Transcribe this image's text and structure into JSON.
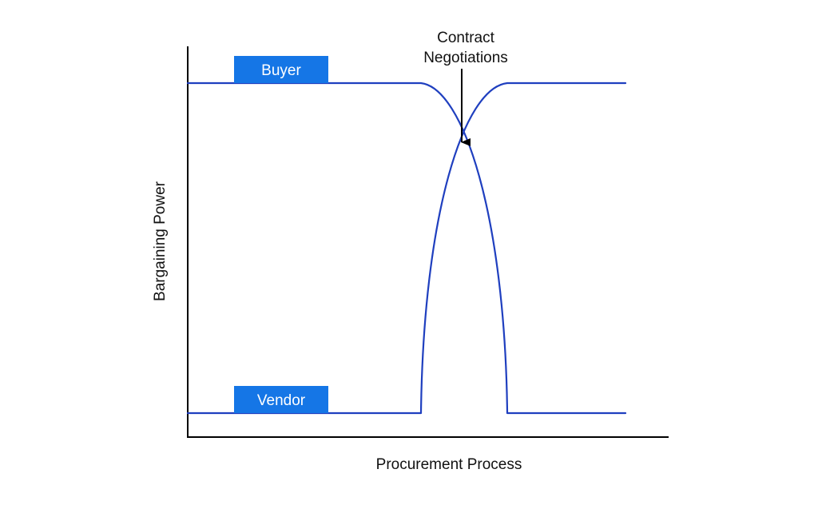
{
  "colors": {
    "curve": "#1f3fbf",
    "tag_fill": "#1576e6",
    "tag_text": "#ffffff",
    "axis": "#000000"
  },
  "labels": {
    "buyer": "Buyer",
    "vendor": "Vendor",
    "annotation_line1": "Contract",
    "annotation_line2": "Negotiations",
    "x_axis_title": "Procurement Process",
    "y_axis_title": "Bargaining Power"
  }
}
